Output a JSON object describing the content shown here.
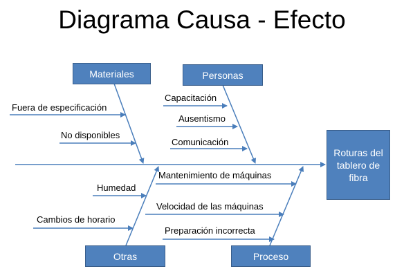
{
  "title": "Diagrama Causa - Efecto",
  "effect": "Roturas del tablero de fibra",
  "categories": {
    "materiales": "Materiales",
    "personas": "Personas",
    "otras": "Otras",
    "proceso": "Proceso"
  },
  "causes": {
    "materiales": [
      "Fuera de especificación",
      "No disponibles"
    ],
    "personas": [
      "Capacitación",
      "Ausentismo",
      "Comunicación"
    ],
    "otras": [
      "Humedad",
      "Cambios de horario"
    ],
    "proceso": [
      "Mantenimiento de máquinas",
      "Velocidad de las máquinas",
      "Preparación incorrecta"
    ]
  },
  "colors": {
    "box_fill": "#4f81bd",
    "box_border": "#385d8a",
    "line": "#4a7ebb",
    "text": "#000000"
  }
}
